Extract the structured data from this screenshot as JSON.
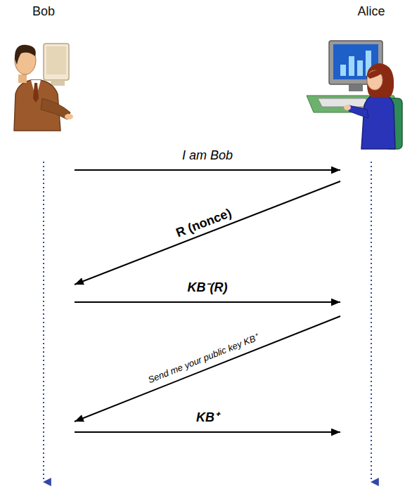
{
  "diagram": {
    "nodes": [
      {
        "text": [
          "Bob"
        ]
      },
      {
        "text": [
          "Alice"
        ]
      }
    ],
    "edges": [
      {
        "from": 0,
        "to": 1,
        "arrow": "to",
        "label": "I am Bob"
      },
      {
        "from": 1,
        "to": 0,
        "arrow": "to",
        "label": "R (nonce)"
      },
      {
        "from": 0,
        "to": 1,
        "arrow": "to",
        "label": "KB⁻(R)"
      },
      {
        "from": 1,
        "to": 0,
        "arrow": "to",
        "label": "Send me your public key KB⁺"
      },
      {
        "from": 0,
        "to": 1,
        "arrow": "to",
        "label": "KB⁺"
      }
    ]
  }
}
